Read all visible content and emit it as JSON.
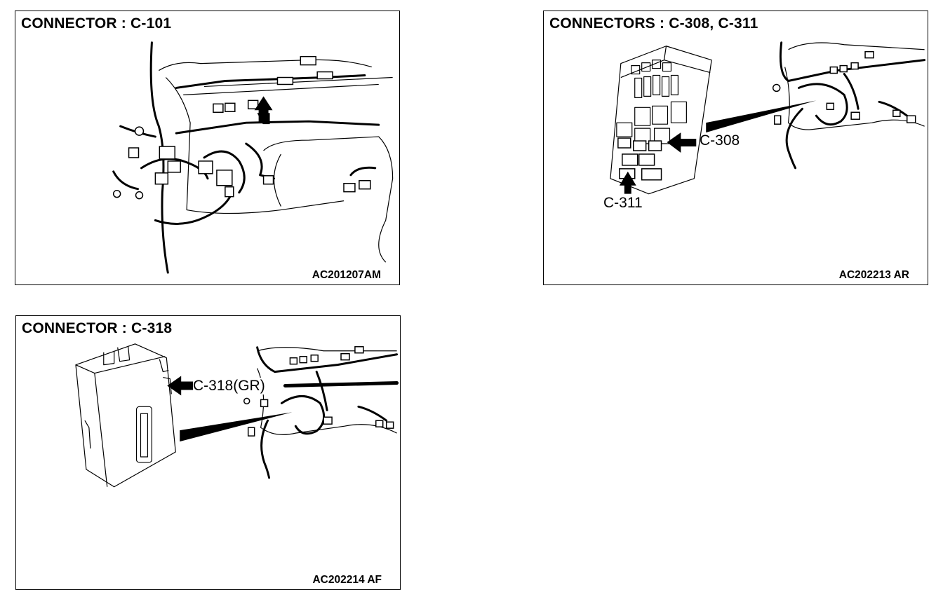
{
  "panels": [
    {
      "title": "CONNECTOR : C-101",
      "code": "AC201207AM"
    },
    {
      "title": "CONNECTORS : C-308, C-311",
      "code": "AC202213 AR",
      "labels": {
        "c308": "C-308",
        "c311": "C-311"
      }
    },
    {
      "title": "CONNECTOR : C-318",
      "code": "AC202214 AF",
      "labels": {
        "c318": "C-318(GR)"
      }
    }
  ]
}
